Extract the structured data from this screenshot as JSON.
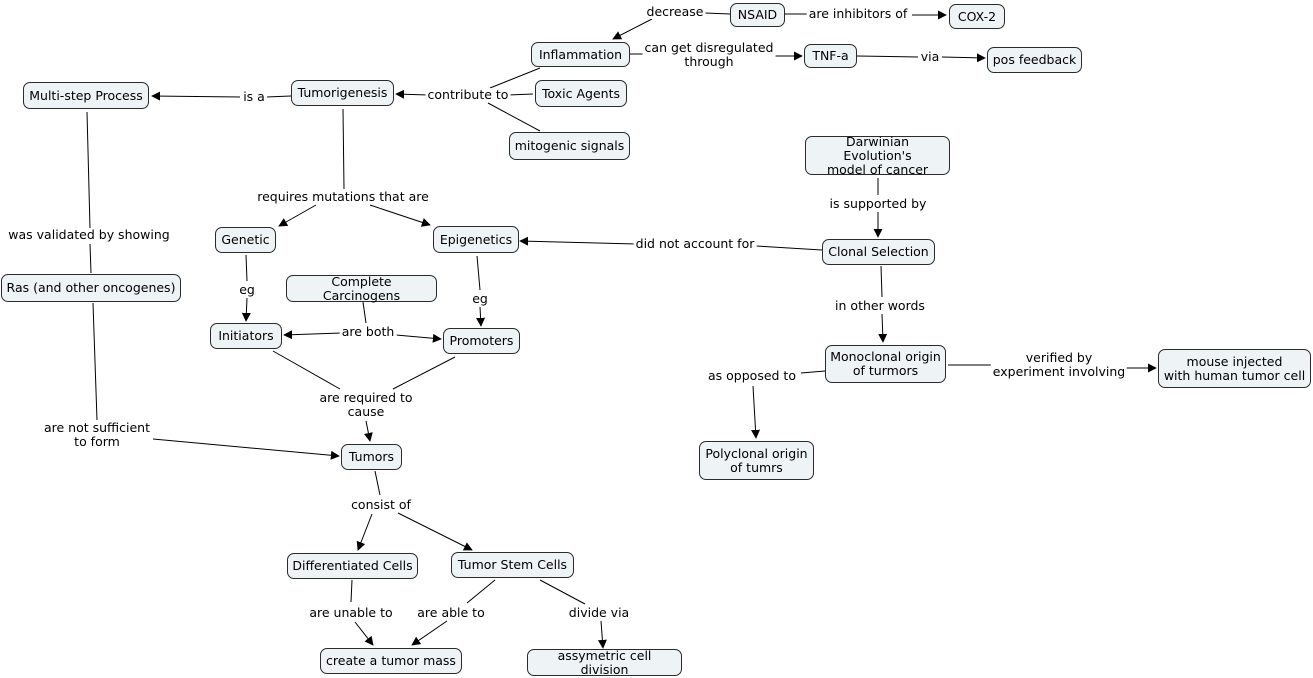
{
  "nodes": {
    "multi_step": "Multi-step Process",
    "tumorigenesis": "Tumorigenesis",
    "inflammation": "Inflammation",
    "nsaid": "NSAID",
    "cox2": "COX-2",
    "tnfa": "TNF-a",
    "pos_feedback": "pos feedback",
    "toxic_agents": "Toxic Agents",
    "mitogenic": "mitogenic signals",
    "darwinian": "Darwinian Evolution's\nmodel of cancer",
    "clonal": "Clonal Selection",
    "genetic": "Genetic",
    "epigenetics": "Epigenetics",
    "ras": "Ras (and other oncogenes)",
    "complete_carc": "Complete Carcinogens",
    "initiators": "Initiators",
    "promoters": "Promoters",
    "monoclonal": "Monoclonal origin\nof turmors",
    "mouse": "mouse injected\nwith human tumor cell",
    "polyclonal": "Polyclonal origin\nof tumrs",
    "tumors": "Tumors",
    "diff_cells": "Differentiated Cells",
    "stem_cells": "Tumor Stem Cells",
    "tumor_mass": "create a tumor mass",
    "asym": "assymetric cell division"
  },
  "links": {
    "decrease": "decrease",
    "are_inhibitors_of": "are inhibitors of",
    "can_get_disregulated": "can get disregulated\nthrough",
    "via": "via",
    "is_a": "is a",
    "contribute_to": "contribute to",
    "is_supported_by": "is supported by",
    "requires_mutations": "requires mutations that are",
    "was_validated": "was validated by showing",
    "did_not_account": "did not account for",
    "eg_genetic": "eg",
    "eg_epi": "eg",
    "are_both": "are both",
    "in_other_words": "in other words",
    "verified_by": "verified by\nexperiment involving",
    "as_opposed_to": "as opposed to",
    "are_required": "are required to\ncause",
    "are_not_sufficient": "are not sufficient\nto form",
    "consist_of": "consist of",
    "are_unable_to": "are unable to",
    "are_able_to": "are able to",
    "divide_via": "divide via"
  },
  "colors": {
    "node_fill": "#eef3f6",
    "node_border": "#2b2b2b",
    "edge": "#000000"
  }
}
